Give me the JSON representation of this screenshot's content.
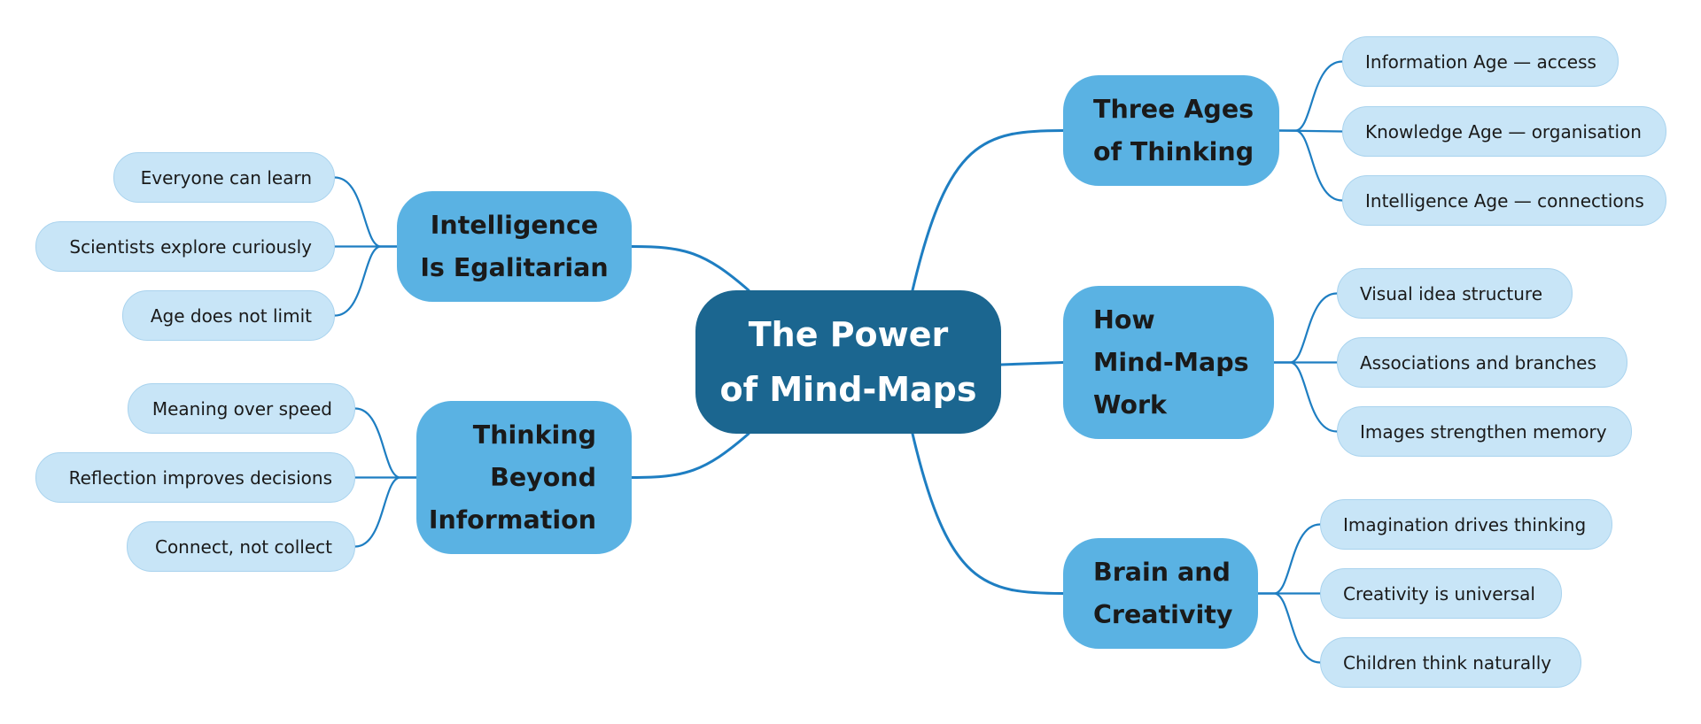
{
  "colors": {
    "central_fill": "#1B6690",
    "topic_fill": "#5AB2E3",
    "leaf_fill": "#C8E5F7",
    "leaf_border": "#A9D3EE",
    "connector": "#1E7EC2",
    "text_dark": "#1a1a1a",
    "text_light": "#ffffff"
  },
  "central": {
    "lines": [
      "The Power",
      "of Mind-Maps"
    ]
  },
  "branches": [
    {
      "id": "three-ages",
      "side": "right",
      "lines": [
        "Three Ages",
        "of Thinking"
      ],
      "children": [
        "Information Age — access",
        "Knowledge Age — organisation",
        "Intelligence Age — connections"
      ]
    },
    {
      "id": "how-mind-maps-work",
      "side": "right",
      "lines": [
        "How",
        "Mind-Maps",
        "Work"
      ],
      "children": [
        "Visual idea structure",
        "Associations and branches",
        "Images strengthen memory"
      ]
    },
    {
      "id": "brain-and-creativity",
      "side": "right",
      "lines": [
        "Brain and",
        "Creativity"
      ],
      "children": [
        "Imagination drives thinking",
        "Creativity is universal",
        "Children think naturally"
      ]
    },
    {
      "id": "intelligence-is-egalitarian",
      "side": "left",
      "lines": [
        "Intelligence",
        "Is Egalitarian"
      ],
      "children": [
        "Everyone can learn",
        "Scientists explore curiously",
        "Age does not limit"
      ]
    },
    {
      "id": "thinking-beyond-information",
      "side": "left",
      "lines": [
        "Thinking",
        "Beyond",
        "Information"
      ],
      "children": [
        "Meaning over speed",
        "Reflection improves decisions",
        "Connect, not collect"
      ]
    }
  ]
}
